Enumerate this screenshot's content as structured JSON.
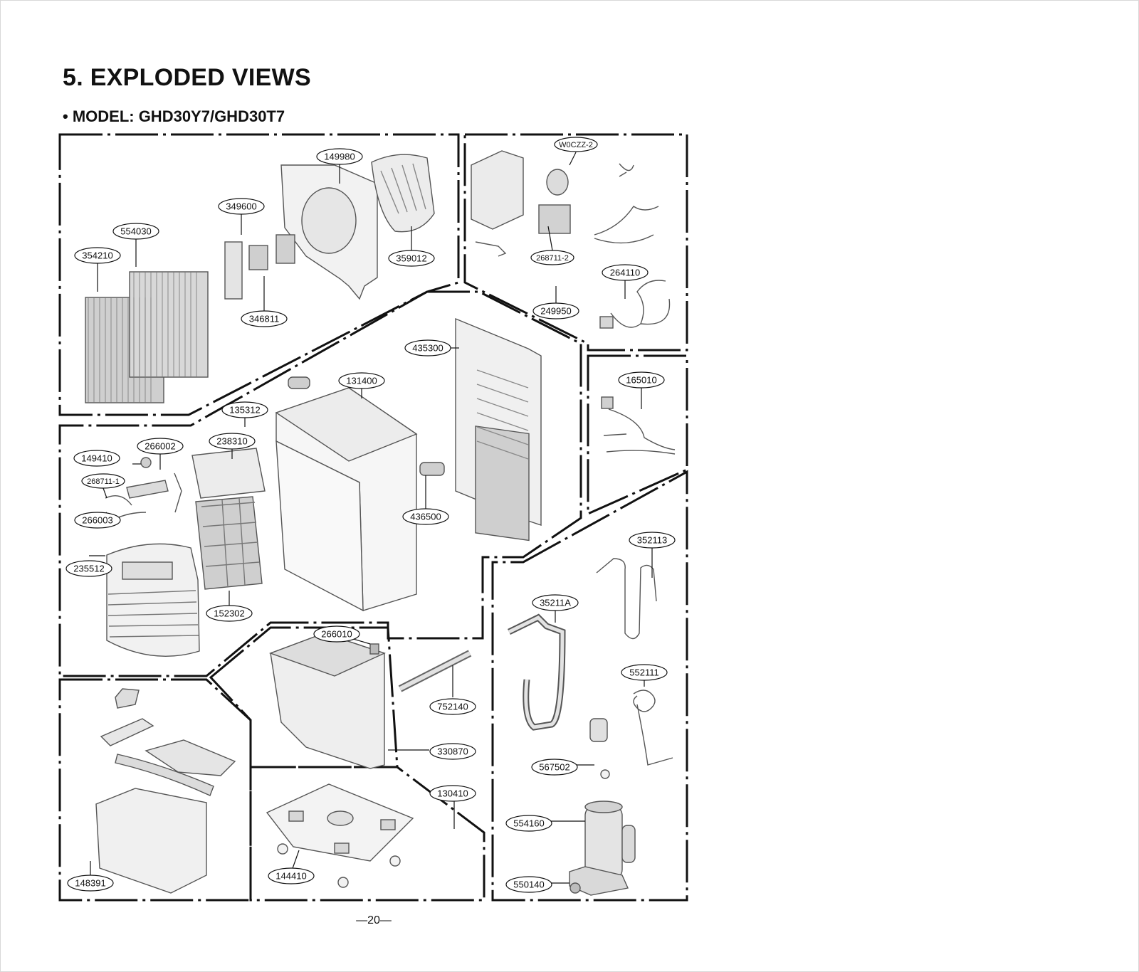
{
  "header": {
    "title": "5. EXPLODED VIEWS",
    "subtitle": "• MODEL: GHD30Y7/GHD30T7"
  },
  "parts": {
    "p149980": "149980",
    "p349600": "349600",
    "p554030": "554030",
    "p354210": "354210",
    "p359012": "359012",
    "p346811": "346811",
    "pW0CZZ2": "W0CZZ-2",
    "p268711_2": "268711-2",
    "p264110": "264110",
    "p249950": "249950",
    "p435300": "435300",
    "p131400": "131400",
    "p135312": "135312",
    "p165010": "165010",
    "p266002": "266002",
    "p238310": "238310",
    "p149410": "149410",
    "p268711_1": "268711-1",
    "p266003": "266003",
    "p436500": "436500",
    "p235512": "235512",
    "p352113": "352113",
    "p35211A": "35211A",
    "p152302": "152302",
    "p266010": "266010",
    "p752140": "752140",
    "p552111": "552111",
    "p330870": "330870",
    "p567502": "567502",
    "p130410": "130410",
    "p554160": "554160",
    "p148391": "148391",
    "p144410": "144410",
    "p550140": "550140"
  },
  "footer": {
    "page_number": "—20—"
  }
}
